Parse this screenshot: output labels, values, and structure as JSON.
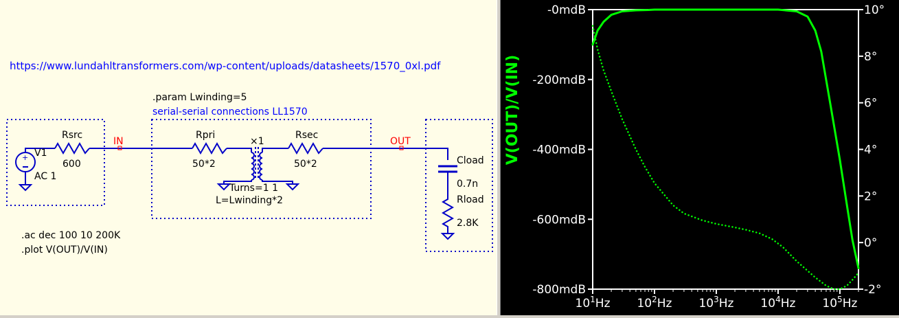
{
  "schematic": {
    "url_comment": "https://www.lundahltransformers.com/wp-content/uploads/datasheets/1570_0xl.pdf",
    "param_directive": ".param Lwinding=5",
    "connection_comment": "serial-serial connections LL1570",
    "ac_directive": ".ac dec 100 10 200K",
    "plot_directive": ".plot V(OUT)/V(IN)",
    "source": {
      "name": "V1",
      "value": "AC 1"
    },
    "rsrc": {
      "name": "Rsrc",
      "value": "600"
    },
    "rpri": {
      "name": "Rpri",
      "value": "50*2"
    },
    "rsec": {
      "name": "Rsec",
      "value": "50*2"
    },
    "transformer": {
      "ratio": "×1",
      "turns": "Turns=1 1",
      "inductance": "L=Lwinding*2"
    },
    "cload": {
      "name": "Cload",
      "value": "0.7n"
    },
    "rload": {
      "name": "Rload",
      "value": "2.8K"
    },
    "net_in": "IN",
    "net_out": "OUT",
    "colors": {
      "wire": "#0000c8",
      "comment": "#0000ff",
      "net": "#ff0000",
      "text": "#000000",
      "background": "#fffde8"
    }
  },
  "plot": {
    "trace_label": "V(OUT)/V(IN)",
    "left_ticks": [
      "-0mdB",
      "-200mdB",
      "-400mdB",
      "-600mdB",
      "-800mdB"
    ],
    "right_ticks": [
      "10°",
      "8°",
      "6°",
      "4°",
      "2°",
      "0°",
      "-2°"
    ],
    "x_tick_mantissa": "10",
    "x_tick_exponents": [
      "1",
      "2",
      "3",
      "4",
      "5"
    ],
    "x_tick_unit": "Hz",
    "colors": {
      "trace": "#00ff00",
      "axis": "#ffffff",
      "background": "#000000"
    }
  },
  "chart_data": {
    "type": "line",
    "x_scale": "log",
    "xlim": [
      10,
      200000
    ],
    "ylim": [
      -800,
      0
    ],
    "y2lim": [
      -2,
      10
    ],
    "grid": false,
    "series": [
      {
        "name": "V(OUT)/V(IN)",
        "axis": "left",
        "style": "solid",
        "x": [
          10,
          12,
          15,
          20,
          30,
          50,
          80,
          100,
          300,
          1000,
          3000,
          10000,
          20000,
          30000,
          40000,
          50000,
          70000,
          100000,
          130000,
          160000,
          200000
        ],
        "values": [
          -100,
          -60,
          -35,
          -15,
          -5,
          -2,
          -1,
          0,
          0,
          0,
          0,
          0,
          -5,
          -20,
          -60,
          -120,
          -270,
          -430,
          -560,
          -660,
          -740
        ]
      },
      {
        "name": "V(OUT)/V(IN)",
        "axis": "right",
        "style": "dotted",
        "x": [
          10,
          12,
          15,
          20,
          30,
          50,
          70,
          100,
          200,
          300,
          600,
          1000,
          2000,
          3000,
          5000,
          8000,
          12000,
          20000,
          40000,
          60000,
          80000,
          100000,
          130000,
          160000,
          200000
        ],
        "values": [
          9.3,
          8.3,
          7.4,
          6.5,
          5.3,
          4.0,
          3.25,
          2.55,
          1.6,
          1.25,
          0.95,
          0.8,
          0.65,
          0.55,
          0.4,
          0.15,
          -0.2,
          -0.8,
          -1.5,
          -1.85,
          -2.0,
          -2.0,
          -1.85,
          -1.6,
          -1.3
        ]
      }
    ]
  }
}
